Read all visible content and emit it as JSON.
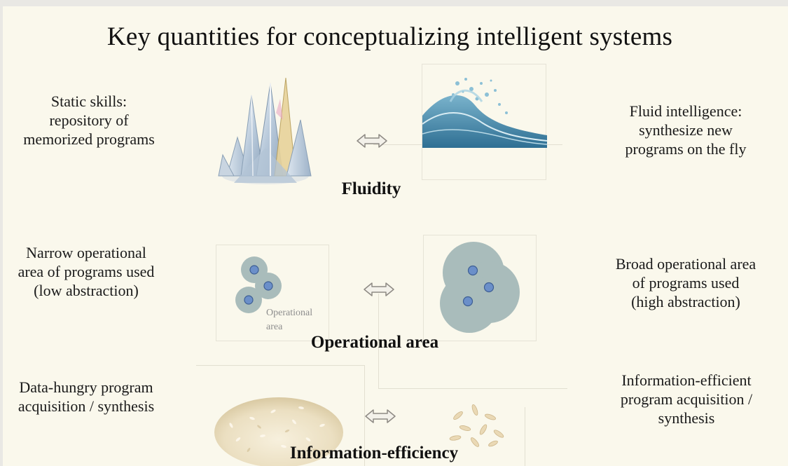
{
  "title": "Key quantities for conceptualizing intelligent systems",
  "rows": [
    {
      "left_text": "Static skills:\nrepository of\nmemorized programs",
      "right_text": "Fluid intelligence:\nsynthesize new\nprograms on the fly",
      "heading": "Fluidity"
    },
    {
      "left_text": "Narrow operational\narea of programs used\n(low abstraction)",
      "right_text": "Broad operational area\nof programs used\n(high abstraction)",
      "heading": "Operational area",
      "figure_label": "Operational\narea"
    },
    {
      "left_text": "Data-hungry program\nacquisition / synthesis",
      "right_text": "Information-efficient\nprogram acquisition /\nsynthesis",
      "heading": "Information-efficiency"
    }
  ],
  "colors": {
    "blob": "#a9bcbb",
    "dot": "#6b8fc9",
    "arrow_fill": "#f3f1ea",
    "arrow_stroke": "#8e8a84"
  },
  "icons": [
    "crystal-icon",
    "water-splash-icon",
    "double-arrow-icon",
    "rice-pile-icon",
    "few-rice-grains-icon"
  ]
}
